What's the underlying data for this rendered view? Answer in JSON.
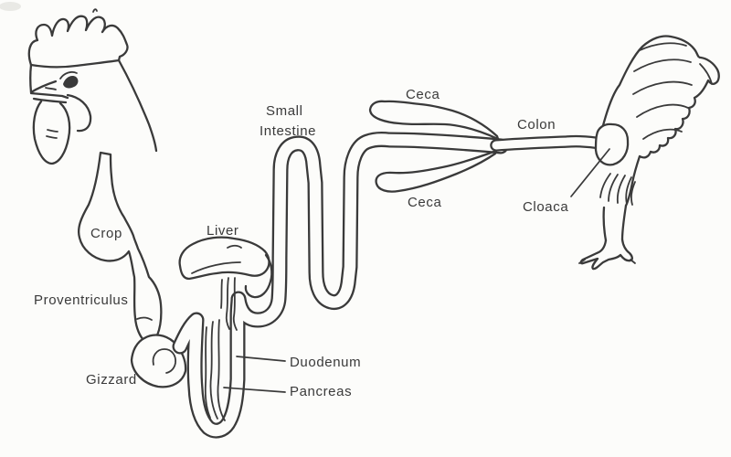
{
  "figure": {
    "background_color": "#fcfcfa",
    "ink_color": "#3a3a3a",
    "labels": {
      "crop": "Crop",
      "proventriculus": "Proventriculus",
      "gizzard": "Gizzard",
      "liver": "Liver",
      "duodenum": "Duodenum",
      "pancreas": "Pancreas",
      "small_intestine_line1": "Small",
      "small_intestine_line2": "Intestine",
      "ceca_top": "Ceca",
      "ceca_bottom": "Ceca",
      "colon": "Colon",
      "cloaca": "Cloaca"
    }
  }
}
